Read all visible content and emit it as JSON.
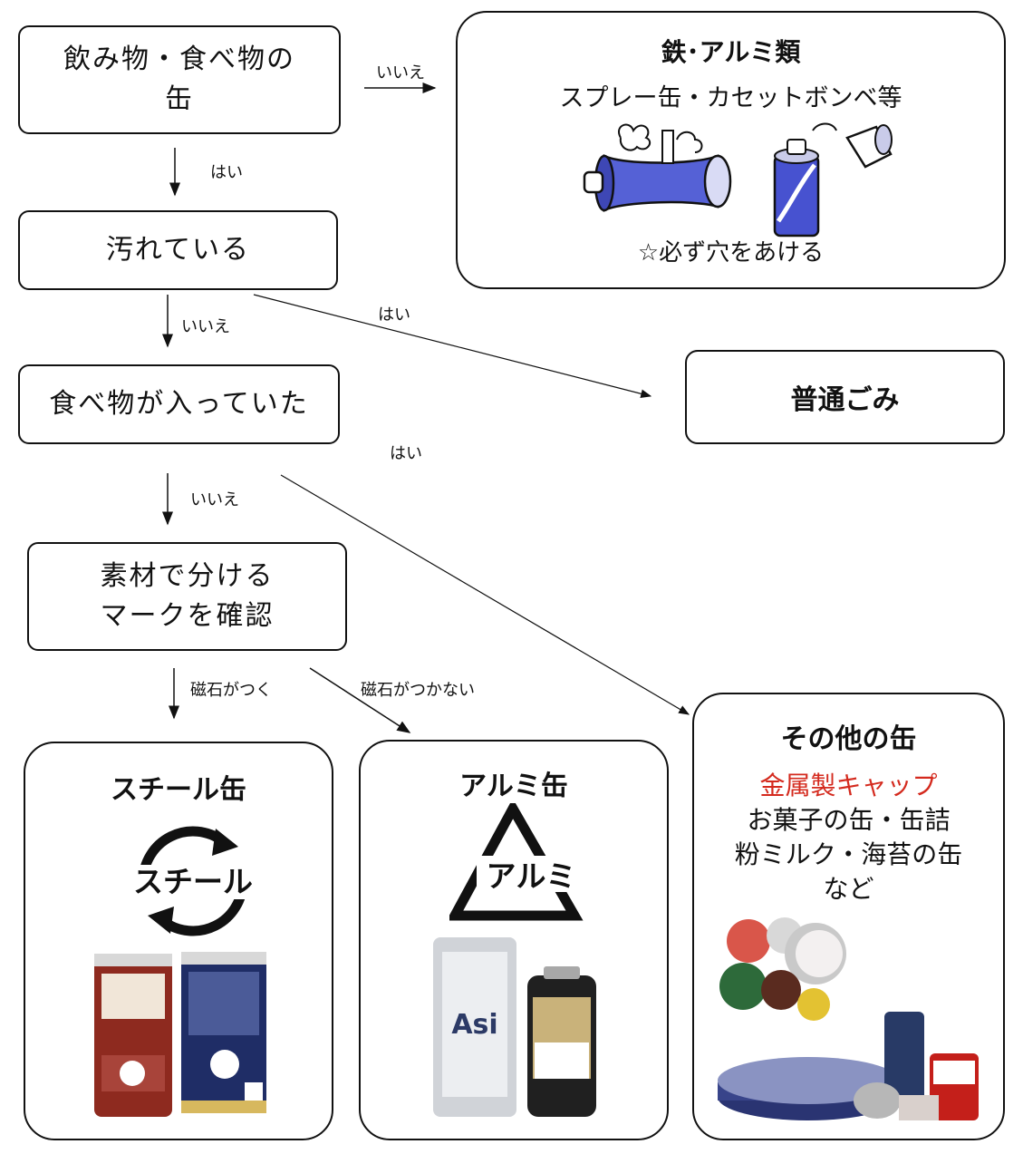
{
  "questions": {
    "q1": [
      "飲み物・食べ物の",
      "缶"
    ],
    "q2": "汚れている",
    "q3": "食べ物が入っていた",
    "q4": [
      "素材で分ける",
      "マークを確認"
    ]
  },
  "edges": {
    "q1_no": "いいえ",
    "q1_yes": "はい",
    "q2_no": "いいえ",
    "q2_yes": "はい",
    "q3_yes": "はい",
    "q3_no": "いいえ",
    "magnet_yes": "磁石がつく",
    "magnet_no": "磁石がつかない"
  },
  "results": {
    "iron_alu": {
      "title": "鉄･アルミ類",
      "subtitle": "スプレー缶・カセットボンベ等",
      "note": "☆必ず穴をあける"
    },
    "general": {
      "title": "普通ごみ"
    },
    "steel": {
      "title": "スチール缶",
      "mark": "スチール"
    },
    "alu": {
      "title": "アルミ缶",
      "mark": "アルミ"
    },
    "other": {
      "title": "その他の缶",
      "highlight": "金属製キャップ",
      "lines": [
        "お菓子の缶・缶詰",
        "粉ミルク・海苔の缶",
        "など"
      ]
    }
  },
  "colors": {
    "highlight": "#d42a1e",
    "line": "#111111"
  }
}
